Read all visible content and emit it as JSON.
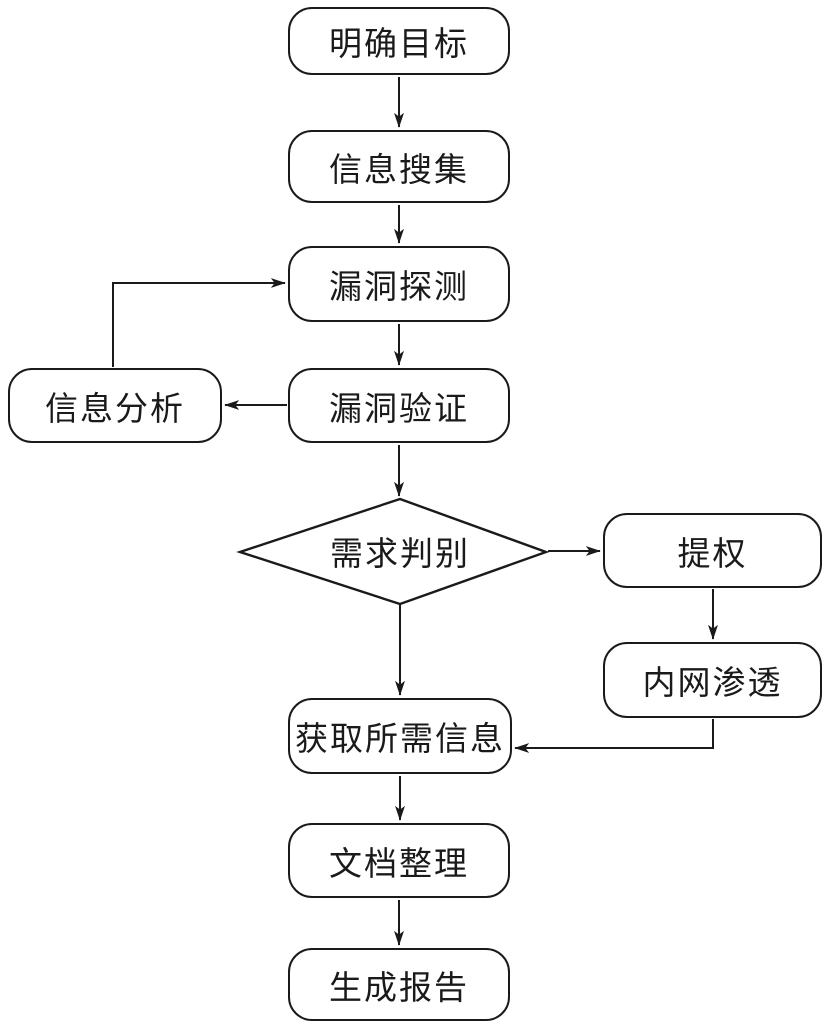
{
  "canvas": {
    "background_color": "#ffffff",
    "stroke_color": "#1a1a1a",
    "node_fill_color": "#ffffff"
  },
  "flowchart": {
    "nodes": {
      "clarify_goal": {
        "label": "明确目标",
        "shape": "rounded-rect"
      },
      "info_gathering": {
        "label": "信息搜集",
        "shape": "rounded-rect"
      },
      "vuln_detection": {
        "label": "漏洞探测",
        "shape": "rounded-rect"
      },
      "vuln_verification": {
        "label": "漏洞验证",
        "shape": "rounded-rect"
      },
      "info_analysis": {
        "label": "信息分析",
        "shape": "rounded-rect"
      },
      "demand_decision": {
        "label": "需求判别",
        "shape": "diamond"
      },
      "privilege_escalation": {
        "label": "提权",
        "shape": "rounded-rect"
      },
      "intranet_penetration": {
        "label": "内网渗透",
        "shape": "rounded-rect"
      },
      "obtain_info": {
        "label": "获取所需信息",
        "shape": "rounded-rect"
      },
      "doc_organize": {
        "label": "文档整理",
        "shape": "rounded-rect"
      },
      "generate_report": {
        "label": "生成报告",
        "shape": "rounded-rect"
      }
    },
    "edges": [
      {
        "from": "clarify_goal",
        "to": "info_gathering"
      },
      {
        "from": "info_gathering",
        "to": "vuln_detection"
      },
      {
        "from": "vuln_detection",
        "to": "vuln_verification"
      },
      {
        "from": "vuln_verification",
        "to": "info_analysis"
      },
      {
        "from": "info_analysis",
        "to": "vuln_detection"
      },
      {
        "from": "vuln_verification",
        "to": "demand_decision"
      },
      {
        "from": "demand_decision",
        "to": "privilege_escalation"
      },
      {
        "from": "privilege_escalation",
        "to": "intranet_penetration"
      },
      {
        "from": "intranet_penetration",
        "to": "obtain_info"
      },
      {
        "from": "demand_decision",
        "to": "obtain_info"
      },
      {
        "from": "obtain_info",
        "to": "doc_organize"
      },
      {
        "from": "doc_organize",
        "to": "generate_report"
      }
    ]
  }
}
